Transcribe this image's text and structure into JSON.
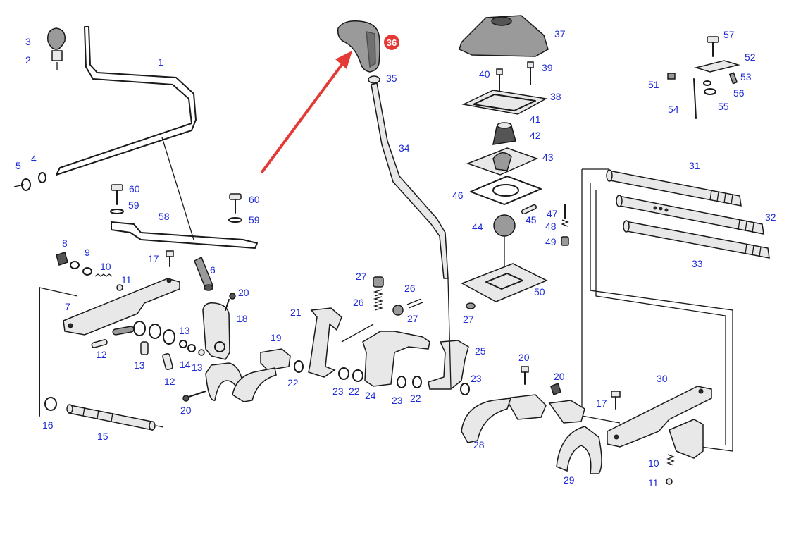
{
  "diagram": {
    "colors": {
      "label": "#1f2bd6",
      "highlight": "#e53935",
      "line": "#1a1a1a"
    },
    "highlighted_part": "36",
    "callouts": [
      {
        "id": "c1",
        "text": "1"
      },
      {
        "id": "c2",
        "text": "2"
      },
      {
        "id": "c3",
        "text": "3"
      },
      {
        "id": "c4",
        "text": "4"
      },
      {
        "id": "c5",
        "text": "5"
      },
      {
        "id": "c6",
        "text": "6"
      },
      {
        "id": "c7",
        "text": "7"
      },
      {
        "id": "c8",
        "text": "8"
      },
      {
        "id": "c9",
        "text": "9"
      },
      {
        "id": "c10a",
        "text": "10"
      },
      {
        "id": "c11a",
        "text": "11"
      },
      {
        "id": "c12a",
        "text": "12"
      },
      {
        "id": "c12b",
        "text": "12"
      },
      {
        "id": "c13a",
        "text": "13"
      },
      {
        "id": "c13b",
        "text": "13"
      },
      {
        "id": "c13c",
        "text": "13"
      },
      {
        "id": "c14",
        "text": "14"
      },
      {
        "id": "c15",
        "text": "15"
      },
      {
        "id": "c16",
        "text": "16"
      },
      {
        "id": "c17a",
        "text": "17"
      },
      {
        "id": "c18",
        "text": "18"
      },
      {
        "id": "c19",
        "text": "19"
      },
      {
        "id": "c20a",
        "text": "20"
      },
      {
        "id": "c20b",
        "text": "20"
      },
      {
        "id": "c20c",
        "text": "20"
      },
      {
        "id": "c20d",
        "text": "20"
      },
      {
        "id": "c21",
        "text": "21"
      },
      {
        "id": "c22a",
        "text": "22"
      },
      {
        "id": "c22b",
        "text": "22"
      },
      {
        "id": "c22c",
        "text": "22"
      },
      {
        "id": "c23a",
        "text": "23"
      },
      {
        "id": "c23b",
        "text": "23"
      },
      {
        "id": "c23c",
        "text": "23"
      },
      {
        "id": "c24",
        "text": "24"
      },
      {
        "id": "c25",
        "text": "25"
      },
      {
        "id": "c26a",
        "text": "26"
      },
      {
        "id": "c26b",
        "text": "26"
      },
      {
        "id": "c27a",
        "text": "27"
      },
      {
        "id": "c27b",
        "text": "27"
      },
      {
        "id": "c27c",
        "text": "27"
      },
      {
        "id": "c28",
        "text": "28"
      },
      {
        "id": "c29",
        "text": "29"
      },
      {
        "id": "c30",
        "text": "30"
      },
      {
        "id": "c31",
        "text": "31"
      },
      {
        "id": "c32",
        "text": "32"
      },
      {
        "id": "c33",
        "text": "33"
      },
      {
        "id": "c34",
        "text": "34"
      },
      {
        "id": "c35",
        "text": "35"
      },
      {
        "id": "c37",
        "text": "37"
      },
      {
        "id": "c38",
        "text": "38"
      },
      {
        "id": "c39",
        "text": "39"
      },
      {
        "id": "c40",
        "text": "40"
      },
      {
        "id": "c41",
        "text": "41"
      },
      {
        "id": "c42",
        "text": "42"
      },
      {
        "id": "c43",
        "text": "43"
      },
      {
        "id": "c44",
        "text": "44"
      },
      {
        "id": "c45",
        "text": "45"
      },
      {
        "id": "c46",
        "text": "46"
      },
      {
        "id": "c47",
        "text": "47"
      },
      {
        "id": "c48",
        "text": "48"
      },
      {
        "id": "c49",
        "text": "49"
      },
      {
        "id": "c50",
        "text": "50"
      },
      {
        "id": "c51",
        "text": "51"
      },
      {
        "id": "c52",
        "text": "52"
      },
      {
        "id": "c53",
        "text": "53"
      },
      {
        "id": "c54",
        "text": "54"
      },
      {
        "id": "c55",
        "text": "55"
      },
      {
        "id": "c56",
        "text": "56"
      },
      {
        "id": "c57",
        "text": "57"
      },
      {
        "id": "c58",
        "text": "58"
      },
      {
        "id": "c59a",
        "text": "59"
      },
      {
        "id": "c59b",
        "text": "59"
      },
      {
        "id": "c60a",
        "text": "60"
      },
      {
        "id": "c60b",
        "text": "60"
      },
      {
        "id": "c10b",
        "text": "10"
      },
      {
        "id": "c11b",
        "text": "11"
      },
      {
        "id": "c17b",
        "text": "17"
      }
    ]
  }
}
